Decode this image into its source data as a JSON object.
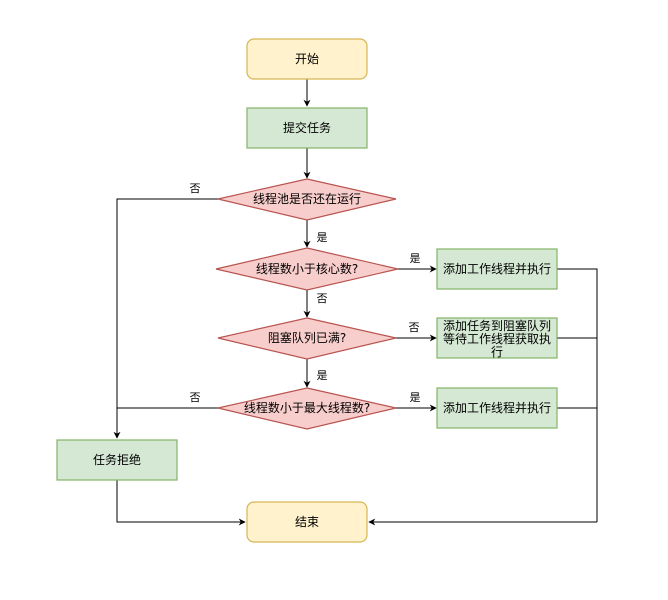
{
  "colors": {
    "terminal_fill": "#fff2cc",
    "terminal_stroke": "#d6b656",
    "process_fill": "#d5e8d4",
    "process_stroke": "#82b366",
    "decision_fill": "#f8cecc",
    "decision_stroke": "#b85450",
    "edge": "#000000"
  },
  "nodes": {
    "start": "开始",
    "submit": "提交任务",
    "pool_running": "线程池是否还在运行",
    "lt_core": "线程数小于核心数?",
    "add_worker_1": "添加工作线程并执行",
    "queue_full": "阻塞队列已满?",
    "enqueue_line1": "添加任务到阻塞队列",
    "enqueue_line2": "等待工作线程获取执",
    "enqueue_line3": "行",
    "lt_max": "线程数小于最大线程数?",
    "add_worker_2": "添加工作线程并执行",
    "reject": "任务拒绝",
    "end": "结束"
  },
  "labels": {
    "running_no": "否",
    "running_yes": "是",
    "core_yes": "是",
    "core_no": "否",
    "queue_no": "否",
    "queue_yes": "是",
    "max_no": "否",
    "max_yes": "是"
  }
}
